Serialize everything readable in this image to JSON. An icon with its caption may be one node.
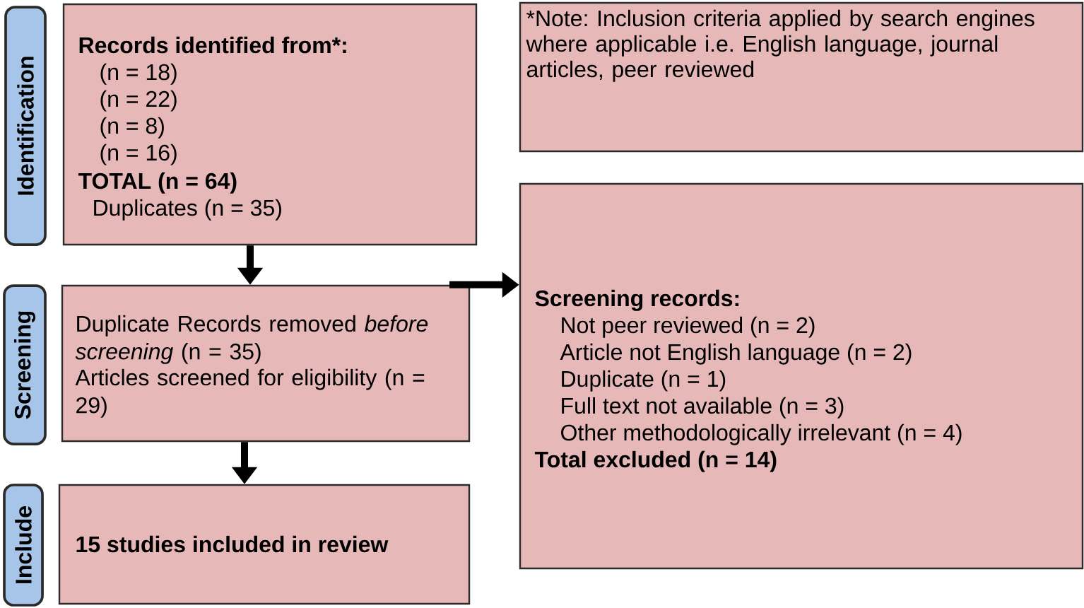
{
  "diagram": {
    "nodes": [
      {
        "text": [
          "Identification"
        ]
      },
      {
        "text": [
          "Records identified from*:",
          "(n = 18)",
          "(n = 22)",
          "(n = 8)",
          "(n = 16)",
          "TOTAL (n = 64)",
          "Duplicates (n = 35)"
        ]
      },
      {
        "text": [
          "*Note: Inclusion criteria applied by search engines where applicable i.e. English language, journal articles, peer reviewed"
        ]
      },
      {
        "text": [
          "Screening"
        ]
      },
      {
        "text": [
          "Duplicate Records removed *before screening* (n = 35)",
          "Articles screened for eligibility (n = 29)"
        ]
      },
      {
        "text": [
          "Screening records:",
          "Not peer reviewed (n = 2)",
          "Article not English language (n = 2)",
          "Duplicate (n = 1)",
          "Full text not available (n = 3)",
          "Other methodologically irrelevant (n = 4)",
          "Total excluded (n = 14)"
        ]
      },
      {
        "text": [
          "Include"
        ]
      },
      {
        "text": [
          "15 studies included in review"
        ]
      }
    ],
    "edges": [
      {
        "from": 1,
        "to": 4,
        "arrow": "to"
      },
      {
        "from": 4,
        "to": 7,
        "arrow": "to"
      },
      {
        "from": 4,
        "to": 5,
        "arrow": "to"
      }
    ]
  }
}
